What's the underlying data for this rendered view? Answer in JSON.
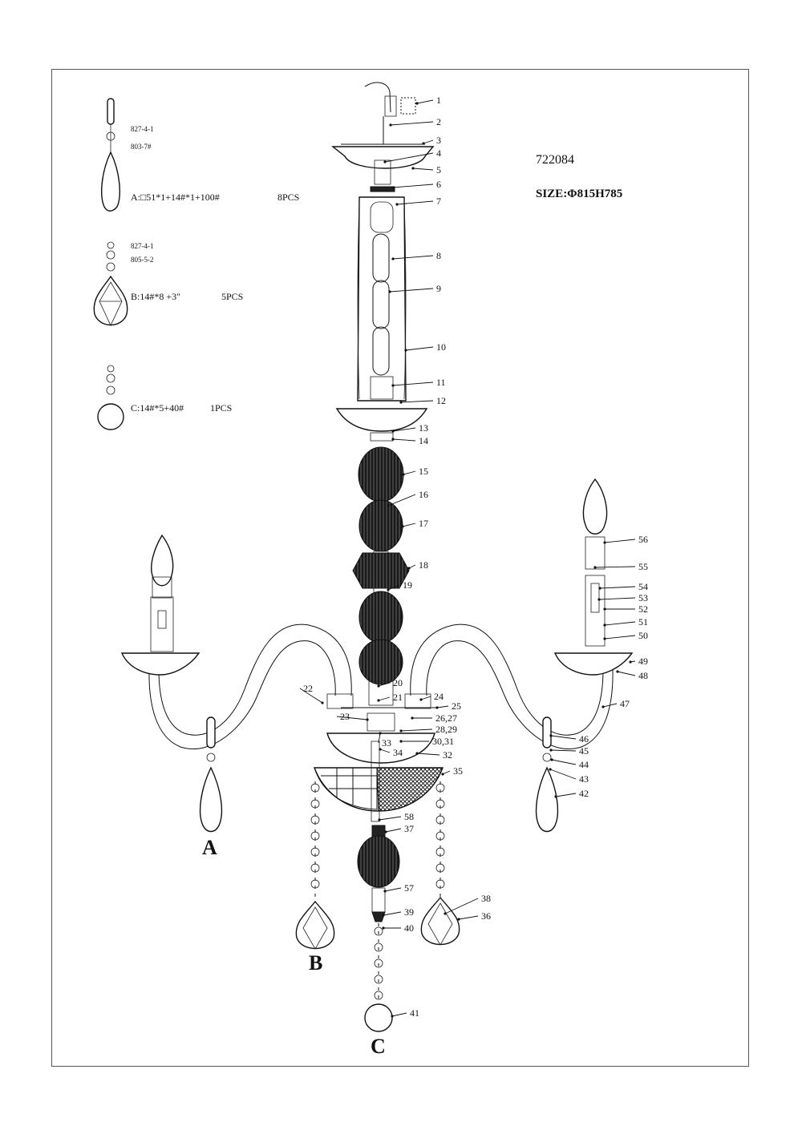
{
  "model": "722084",
  "size": "SIZE:Φ815H785",
  "legend": [
    {
      "code": "A",
      "text": "A:□51*1+14#*1+100#",
      "qty": "8PCS",
      "parts": [
        "827-4-1",
        "803-7#"
      ]
    },
    {
      "code": "B",
      "text": "B:14#*8 +3″",
      "qty": "5PCS",
      "parts": [
        "827-4-1",
        "805-5-2"
      ]
    },
    {
      "code": "C",
      "text": "C:14#*5+40#",
      "qty": "1PCS",
      "parts": []
    }
  ],
  "letters": [
    "A",
    "B",
    "C"
  ],
  "callouts": [
    "1",
    "2",
    "3",
    "4",
    "5",
    "6",
    "7",
    "8",
    "9",
    "10",
    "11",
    "12",
    "13",
    "14",
    "15",
    "16",
    "17",
    "18",
    "19",
    "20",
    "21",
    "22",
    "23",
    "24",
    "25",
    "26,27",
    "28,29",
    "30,31",
    "32",
    "33",
    "34",
    "35",
    "36",
    "37",
    "38",
    "39",
    "40",
    "41",
    "42",
    "43",
    "44",
    "45",
    "46",
    "47",
    "48",
    "49",
    "50",
    "51",
    "52",
    "53",
    "54",
    "55",
    "56",
    "57",
    "58"
  ]
}
